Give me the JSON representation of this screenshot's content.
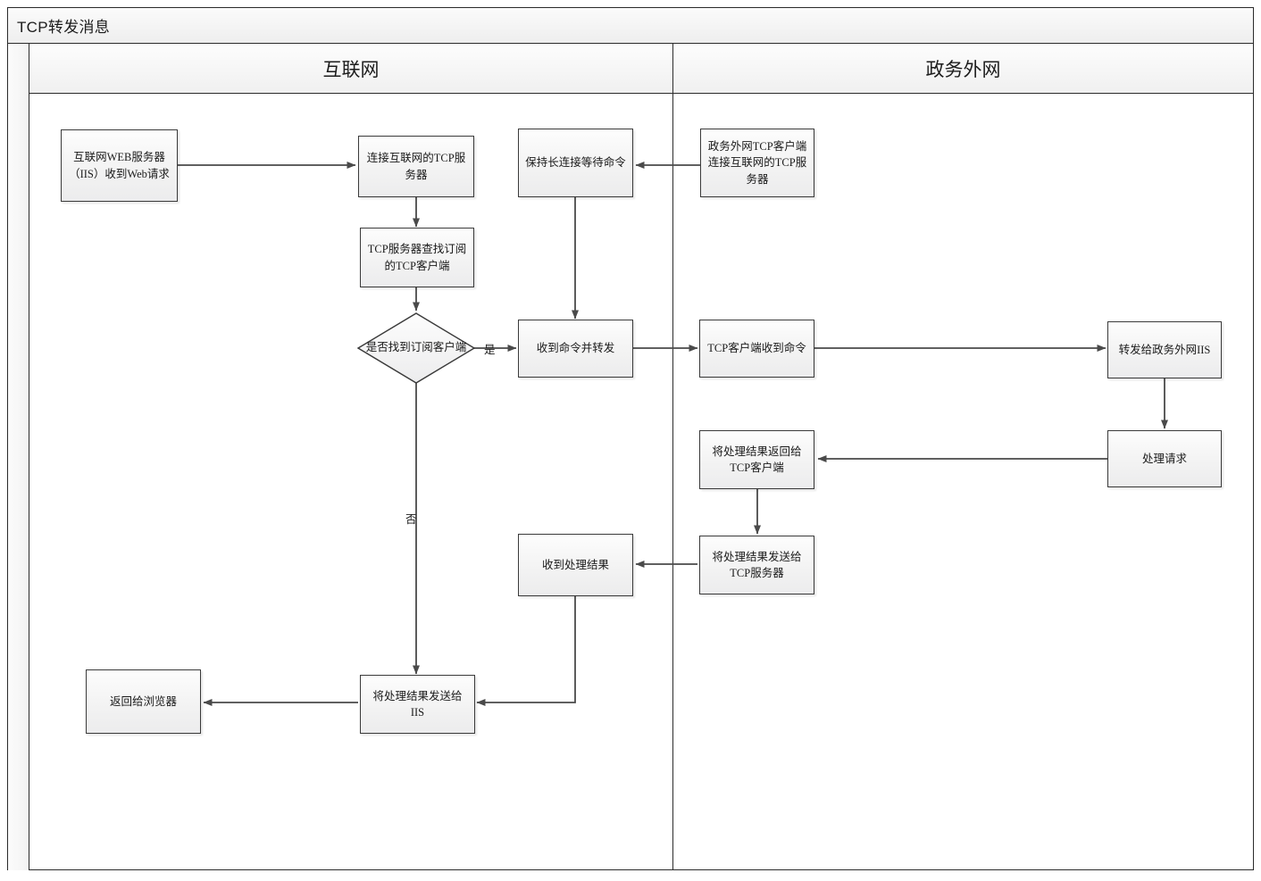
{
  "diagram": {
    "title": "TCP转发消息",
    "lanes": [
      {
        "id": "internet",
        "label": "互联网"
      },
      {
        "id": "govnet",
        "label": "政务外网"
      }
    ],
    "nodes": [
      {
        "id": "n1",
        "label": "互联网WEB服务器（IIS）收到Web请求",
        "type": "process",
        "lane": "internet"
      },
      {
        "id": "n2",
        "label": "连接互联网的TCP服务器",
        "type": "process",
        "lane": "internet"
      },
      {
        "id": "n3",
        "label": "保持长连接等待命令",
        "type": "process",
        "lane": "internet"
      },
      {
        "id": "n4",
        "label": "政务外网TCP客户端连接互联网的TCP服务器",
        "type": "process",
        "lane": "govnet"
      },
      {
        "id": "n5",
        "label": "TCP服务器查找订阅的TCP客户端",
        "type": "process",
        "lane": "internet"
      },
      {
        "id": "n6",
        "label": "是否找到订阅客户端",
        "type": "decision",
        "lane": "internet"
      },
      {
        "id": "n7",
        "label": "收到命令并转发",
        "type": "process",
        "lane": "internet"
      },
      {
        "id": "n8",
        "label": "TCP客户端收到命令",
        "type": "process",
        "lane": "govnet"
      },
      {
        "id": "n9",
        "label": "转发给政务外网IIS",
        "type": "process",
        "lane": "govnet"
      },
      {
        "id": "n10",
        "label": "处理请求",
        "type": "process",
        "lane": "govnet"
      },
      {
        "id": "n11",
        "label": "将处理结果返回给TCP客户端",
        "type": "process",
        "lane": "govnet"
      },
      {
        "id": "n12",
        "label": "将处理结果发送给TCP服务器",
        "type": "process",
        "lane": "govnet"
      },
      {
        "id": "n13",
        "label": "收到处理结果",
        "type": "process",
        "lane": "internet"
      },
      {
        "id": "n14",
        "label": "将处理结果发送给IIS",
        "type": "process",
        "lane": "internet"
      },
      {
        "id": "n15",
        "label": "返回给浏览器",
        "type": "process",
        "lane": "internet"
      }
    ],
    "edge_labels": [
      {
        "id": "yes",
        "label": "是",
        "from": "n6",
        "to": "n7"
      },
      {
        "id": "no",
        "label": "否",
        "from": "n6",
        "to": "n14"
      }
    ],
    "edges": [
      {
        "from": "n1",
        "to": "n2"
      },
      {
        "from": "n2",
        "to": "n5"
      },
      {
        "from": "n4",
        "to": "n3"
      },
      {
        "from": "n3",
        "to": "n7"
      },
      {
        "from": "n5",
        "to": "n6"
      },
      {
        "from": "n6",
        "to": "n7",
        "label": "是"
      },
      {
        "from": "n6",
        "to": "n14",
        "label": "否"
      },
      {
        "from": "n7",
        "to": "n8"
      },
      {
        "from": "n8",
        "to": "n9"
      },
      {
        "from": "n9",
        "to": "n10"
      },
      {
        "from": "n10",
        "to": "n11"
      },
      {
        "from": "n11",
        "to": "n12"
      },
      {
        "from": "n12",
        "to": "n13"
      },
      {
        "from": "n13",
        "to": "n14"
      },
      {
        "from": "n14",
        "to": "n15"
      }
    ],
    "colors": {
      "node_border": "#3a3a3a",
      "node_fill_top": "#fdfdfd",
      "node_fill_bottom": "#ececed",
      "edge_stroke": "#4a4a4a",
      "lane_border": "#2b2b2b",
      "lane_header_fill": "#f2f2f2",
      "canvas": "#ffffff"
    }
  }
}
